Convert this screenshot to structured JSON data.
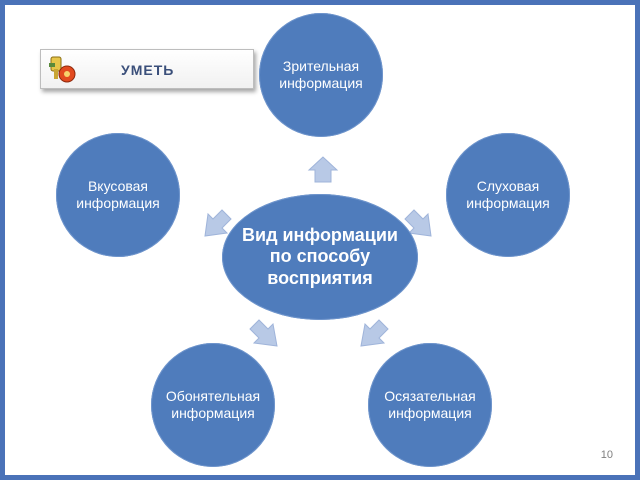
{
  "badge": {
    "label": "УМЕТЬ",
    "icon": "keys-and-lock-icon"
  },
  "center": {
    "lines": [
      "Вид информации",
      "по способу",
      "восприятия"
    ]
  },
  "nodes": {
    "visual": {
      "lines": [
        "Зрительная",
        "информация"
      ]
    },
    "taste": {
      "lines": [
        "Вкусовая",
        "информация"
      ]
    },
    "hearing": {
      "lines": [
        "Слуховая",
        "информация"
      ]
    },
    "smell": {
      "lines": [
        "Обонятельная",
        "информация"
      ]
    },
    "touch": {
      "lines": [
        "Осязательная",
        "информация"
      ]
    }
  },
  "page_number": "10",
  "colors": {
    "circle": "#4f7cbc",
    "border": "#4a72b8",
    "arrow": "#b8c9e6",
    "arrow_stroke": "#9fb4da"
  }
}
